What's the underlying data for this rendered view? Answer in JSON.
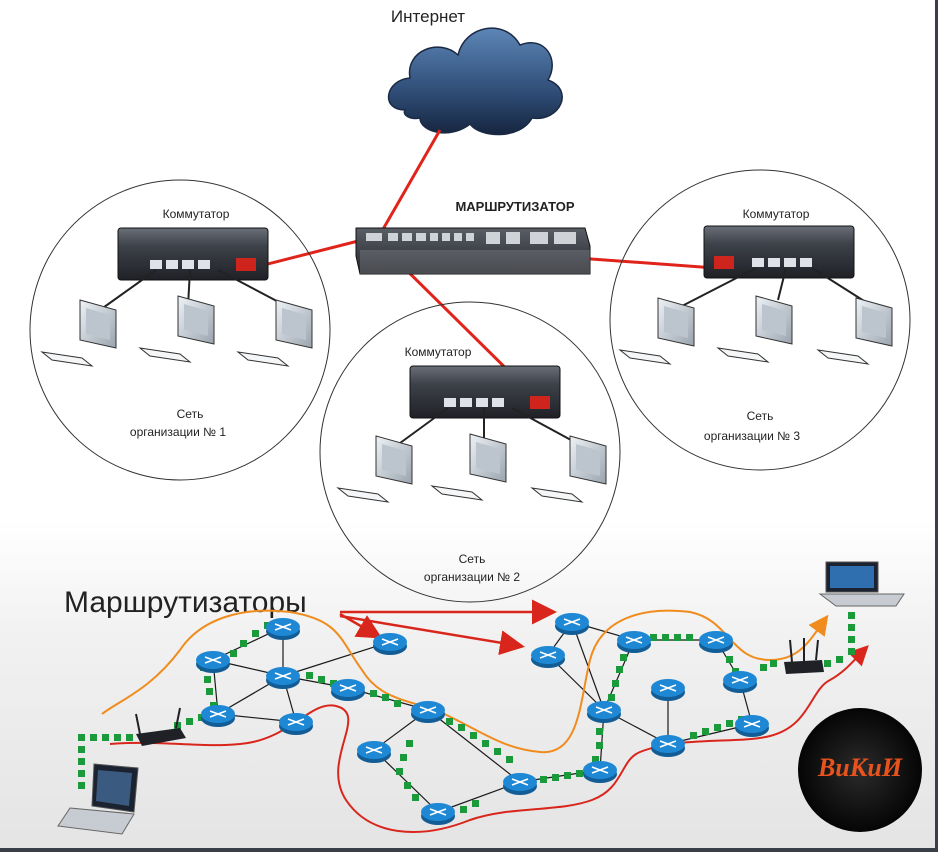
{
  "internet": {
    "label": "Интернет"
  },
  "core_router": {
    "label": "МАРШРУТИЗАТОР"
  },
  "networks": [
    {
      "switch_label": "Коммутатор",
      "name_line1": "Сеть",
      "name_line2": "организации № 1"
    },
    {
      "switch_label": "Коммутатор",
      "name_line1": "Сеть",
      "name_line2": "организации № 2"
    },
    {
      "switch_label": "Коммутатор",
      "name_line1": "Сеть",
      "name_line2": "организации № 3"
    }
  ],
  "routers_section": {
    "title": "Маршрутизаторы"
  },
  "logo": {
    "text": "ВиКиИ"
  },
  "colors": {
    "uplink": "#e0241b",
    "packet": "#1a9a3a",
    "path_orange": "#f08c1e",
    "path_red": "#d9261c",
    "router": "#1e88d4"
  }
}
